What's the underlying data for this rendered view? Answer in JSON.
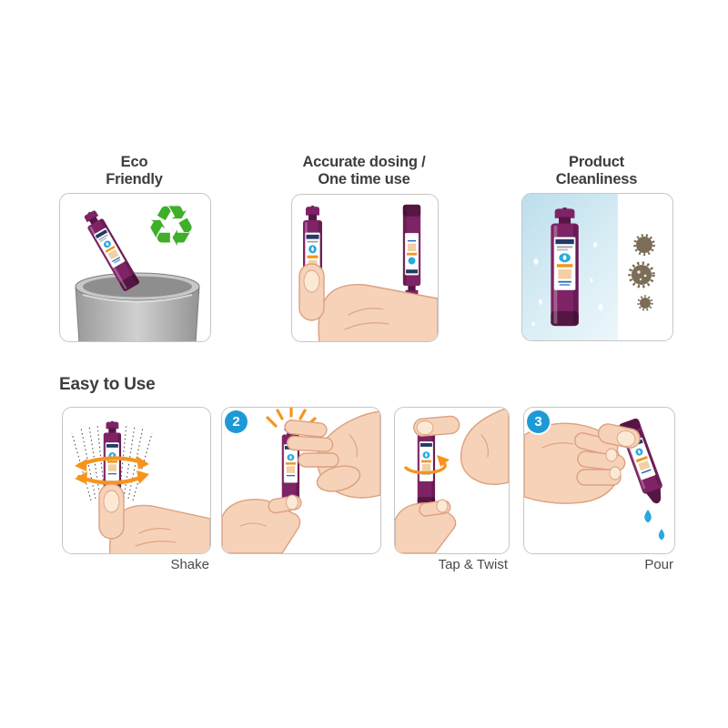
{
  "colors": {
    "title_text": "#3d3d3d",
    "caption_text": "#4a4a4a",
    "panel_border": "#c6c6c6",
    "vial_purple": "#7e2365",
    "vial_purple_dark": "#561644",
    "label_header_navy": "#233a66",
    "label_circle_blue": "#29abe2",
    "label_block_tan": "#f2cfa4",
    "arrow_orange": "#f7941d",
    "recycle_green": "#3fae29",
    "skin": "#f6d2b8",
    "skin_outline": "#dda081",
    "nail": "#fbe9d6",
    "drop_teal": "#1d9fae",
    "drop_blue": "#29a8e0",
    "germ_brown": "#7b6d57",
    "badge_blue": "#1d9ad6",
    "motion_line_gray": "#5a5a5a"
  },
  "top_features": [
    {
      "title_line1": "Eco",
      "title_line2": "Friendly"
    },
    {
      "title_line1": "Accurate dosing /",
      "title_line2": "One time use"
    },
    {
      "title_line1": "Product",
      "title_line2": "Cleanliness"
    }
  ],
  "easy_to_use": {
    "heading": "Easy to Use",
    "steps": [
      {
        "badge": "",
        "caption": "Shake"
      },
      {
        "badge": "2",
        "caption": ""
      },
      {
        "badge": "",
        "caption": "Tap & Twist"
      },
      {
        "badge": "3",
        "caption": "Pour"
      }
    ]
  },
  "icons": {
    "recycle_glyph": "♻"
  }
}
